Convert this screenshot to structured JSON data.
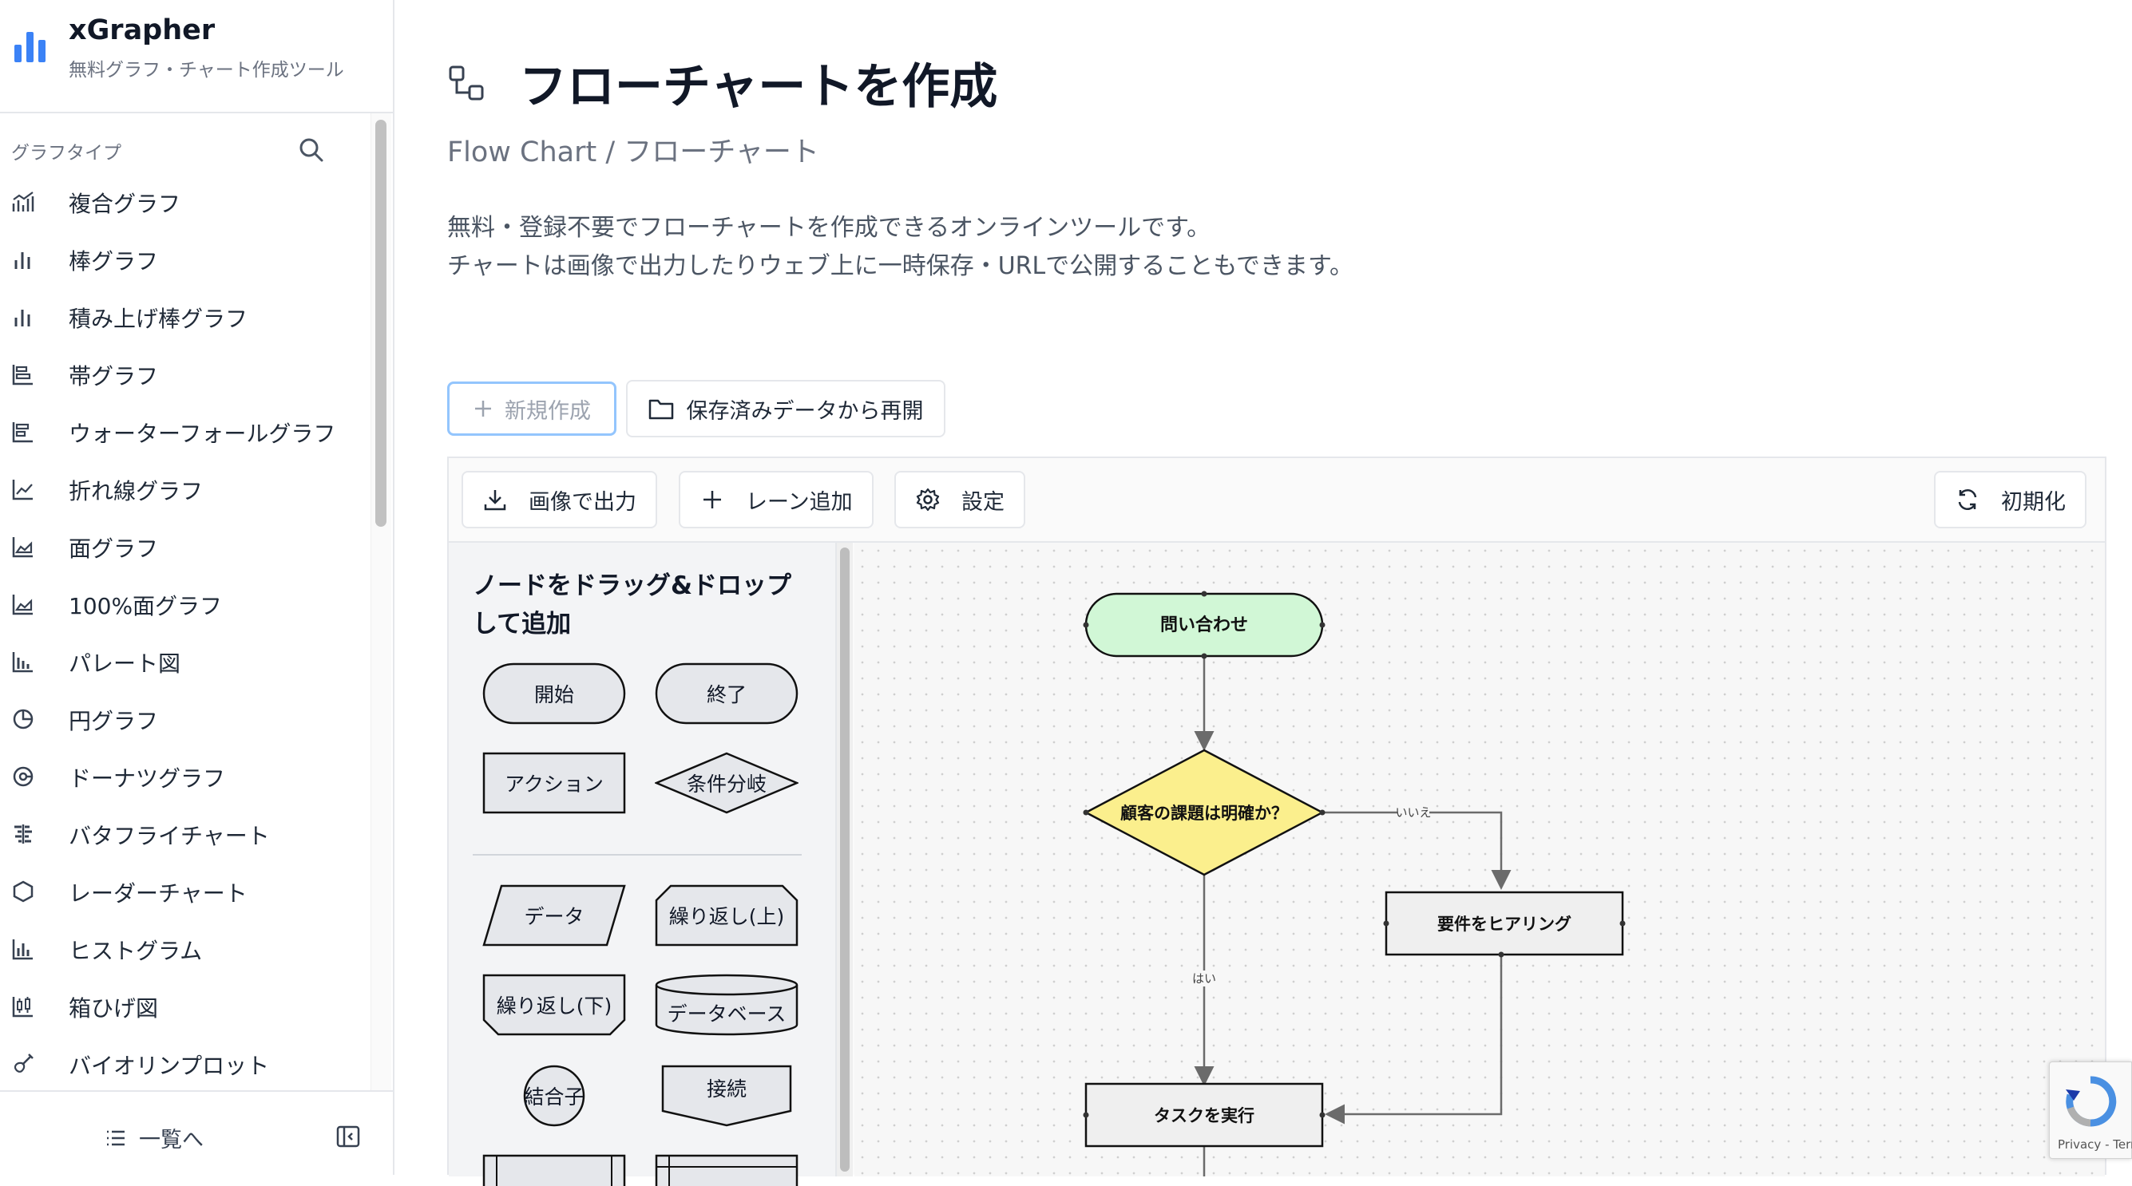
{
  "brand": {
    "name": "xGrapher",
    "tagline": "無料グラフ・チャート作成ツール"
  },
  "sidebar": {
    "section_label": "グラフタイプ",
    "items": [
      {
        "label": "複合グラフ",
        "icon": "combo-chart-icon"
      },
      {
        "label": "棒グラフ",
        "icon": "bar-chart-icon"
      },
      {
        "label": "積み上げ棒グラフ",
        "icon": "stacked-bar-icon"
      },
      {
        "label": "帯グラフ",
        "icon": "band-chart-icon"
      },
      {
        "label": "ウォーターフォールグラフ",
        "icon": "waterfall-icon"
      },
      {
        "label": "折れ線グラフ",
        "icon": "line-chart-icon"
      },
      {
        "label": "面グラフ",
        "icon": "area-chart-icon"
      },
      {
        "label": "100%面グラフ",
        "icon": "percent-area-icon"
      },
      {
        "label": "パレート図",
        "icon": "pareto-icon"
      },
      {
        "label": "円グラフ",
        "icon": "pie-chart-icon"
      },
      {
        "label": "ドーナツグラフ",
        "icon": "donut-chart-icon"
      },
      {
        "label": "バタフライチャート",
        "icon": "butterfly-icon"
      },
      {
        "label": "レーダーチャート",
        "icon": "hexagon-icon"
      },
      {
        "label": "ヒストグラム",
        "icon": "histogram-icon"
      },
      {
        "label": "箱ひげ図",
        "icon": "boxplot-icon"
      },
      {
        "label": "バイオリンプロット",
        "icon": "violin-icon"
      }
    ],
    "footer": {
      "list_label": "一覧へ"
    }
  },
  "page": {
    "title": "フローチャートを作成",
    "subtitle": "Flow Chart / フローチャート",
    "description": [
      "無料・登録不要でフローチャートを作成できるオンラインツールです。",
      "チャートは画像で出力したりウェブ上に一時保存・URLで公開することもできます。"
    ]
  },
  "actions": {
    "new_label": "新規作成",
    "resume_label": "保存済みデータから再開"
  },
  "toolbar": {
    "export_label": "画像で出力",
    "add_lane_label": "レーン追加",
    "settings_label": "設定",
    "reset_label": "初期化"
  },
  "palette": {
    "title": "ノードをドラッグ&ドロップして追加",
    "nodes": {
      "start": "開始",
      "end": "終了",
      "action": "アクション",
      "branch": "条件分岐",
      "data": "データ",
      "loop_top": "繰り返し(上)",
      "loop_bottom": "繰り返し(下)",
      "database": "データベース",
      "connector": "結合子",
      "link": "接続"
    }
  },
  "flow": {
    "nodes": {
      "inquiry": "問い合わせ",
      "decision": "顧客の課題は明確か？",
      "hearing": "要件をヒアリング",
      "execute": "タスクを実行"
    },
    "edges": {
      "no": "いいえ",
      "yes": "はい"
    },
    "colors": {
      "start_fill": "#d1f7d6",
      "decision_fill": "#fbef8d",
      "node_fill": "#efefef",
      "edge": "#6b6b6b"
    }
  },
  "recaptcha": {
    "text": "Privacy - Terms"
  }
}
